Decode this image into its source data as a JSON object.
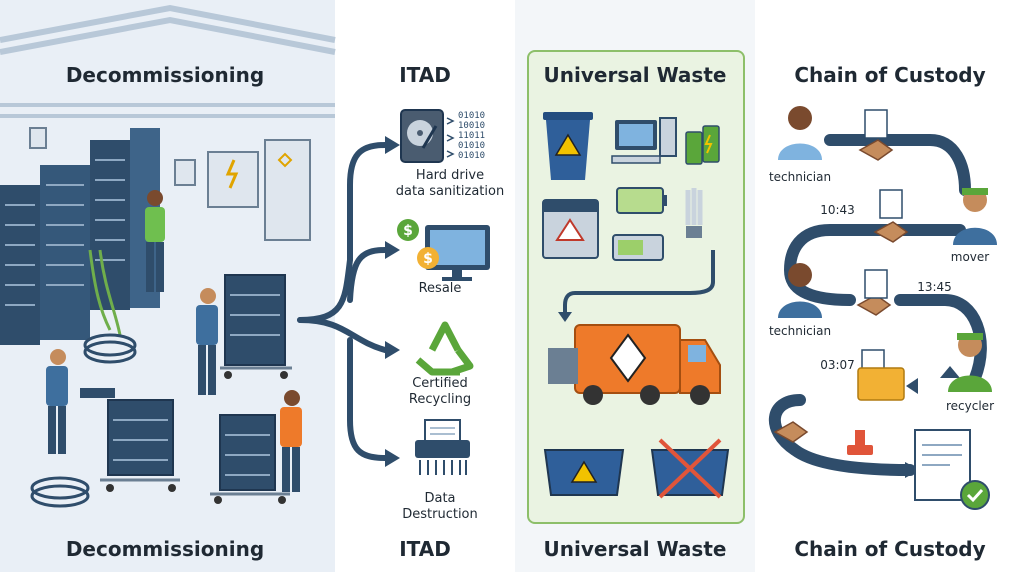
{
  "colors": {
    "navy": "#2f4d6b",
    "arrow": "#2f4d6b",
    "green": "#5aa63a",
    "orange": "#ee7a2a",
    "blue_bin": "#2f5f9a",
    "panel_bg": "#e9eff6"
  },
  "decommissioning": {
    "title_top": "Decommissioning",
    "title_bottom": "Decommissioning"
  },
  "itad": {
    "title_top": "ITAD",
    "title_bottom": "ITAD",
    "binary": [
      "01010",
      "10010",
      "11011",
      "01010",
      "01010"
    ],
    "items": [
      {
        "label_line1": "Hard drive",
        "label_line2": "data sanitization",
        "icon": "hard-drive-icon"
      },
      {
        "label_line1": "Resale",
        "label_line2": "",
        "icon": "monitor-dollar-icon"
      },
      {
        "label_line1": "Certified",
        "label_line2": "Recycling",
        "icon": "recycle-icon"
      },
      {
        "label_line1": "Data",
        "label_line2": "Destruction",
        "icon": "shredder-icon"
      }
    ]
  },
  "universal_waste": {
    "title_top": "Universal Waste",
    "title_bottom": "Universal Waste"
  },
  "chain_of_custody": {
    "title_top": "Chain of Custody",
    "title_bottom": "Chain of Custody",
    "times": [
      "10:43",
      "13:45",
      "03:07"
    ],
    "roles": [
      "technician",
      "mover",
      "technician",
      "recycler"
    ]
  }
}
